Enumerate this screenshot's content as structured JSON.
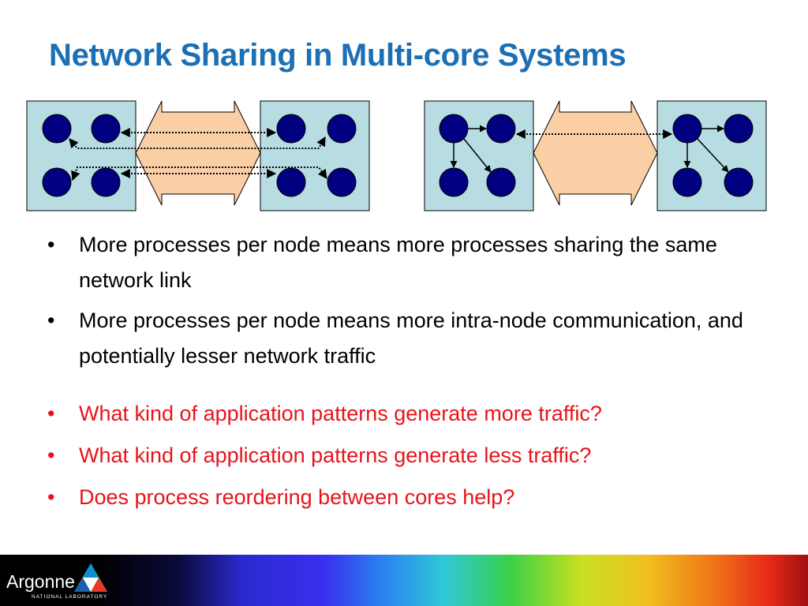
{
  "slide": {
    "title": "Network Sharing in Multi-core Systems",
    "bullets": [
      {
        "text": "More processes per node means more processes sharing the same network link",
        "color": "#000000"
      },
      {
        "text": "More processes per node means more intra-node communication, and potentially lesser network traffic",
        "color": "#000000"
      },
      {
        "text": "What kind of application patterns generate more traffic?",
        "color": "#e8131a"
      },
      {
        "text": "What kind of application patterns generate less traffic?",
        "color": "#e8131a"
      },
      {
        "text": "Does process reordering between cores help?",
        "color": "#e8131a"
      }
    ],
    "bullet_glyph": "•"
  },
  "footer": {
    "logo_text": "Argonne",
    "logo_subtext": "NATIONAL LABORATORY"
  },
  "colors": {
    "title": "#1b6fb5",
    "node_fill": "#b7dde2",
    "core_fill": "#000080",
    "link_fill": "#fbcfa6",
    "accent_red": "#e8131a"
  }
}
